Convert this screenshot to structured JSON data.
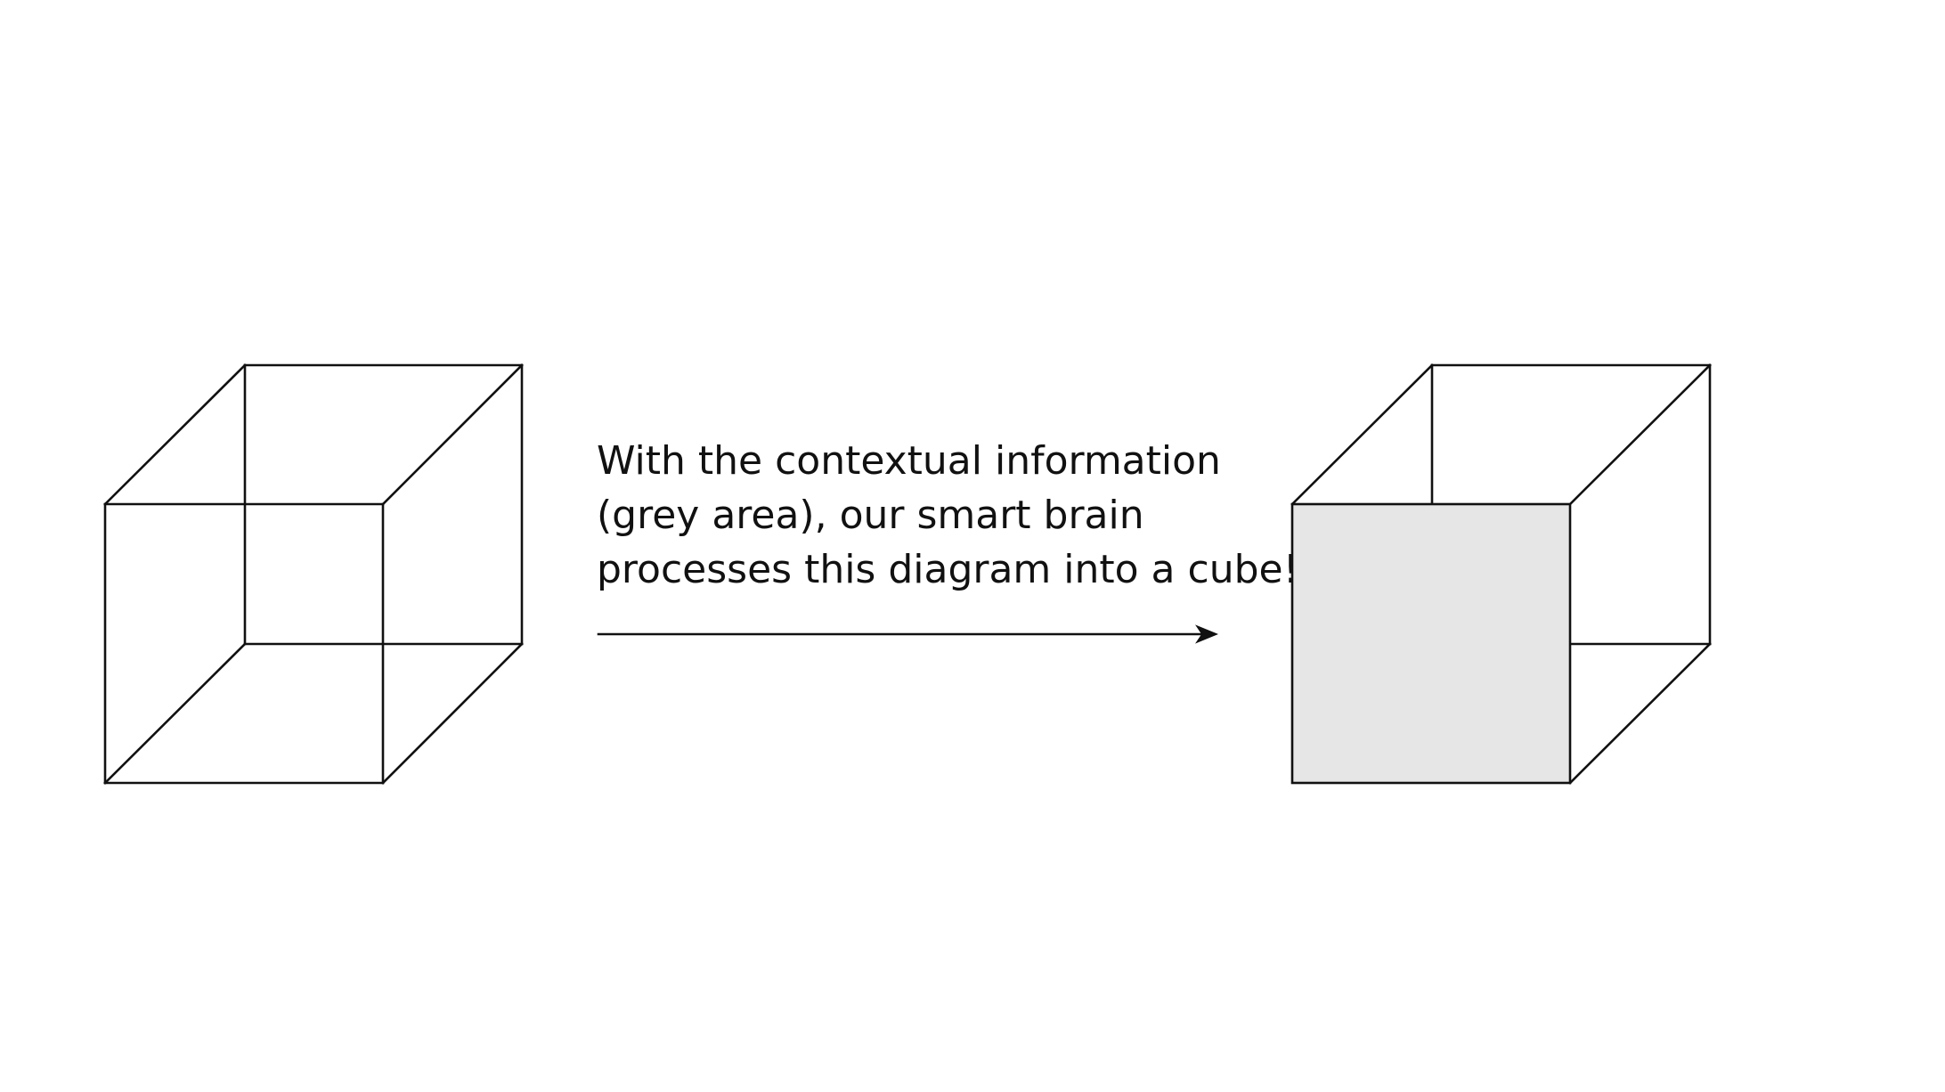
{
  "caption": {
    "line1": "With the contextual information",
    "line2": "(grey area), our smart brain",
    "line3": "processes this diagram into a cube!"
  },
  "colors": {
    "stroke": "#111111",
    "front_face_fill": "#e6e6e6",
    "background": "#ffffff"
  }
}
